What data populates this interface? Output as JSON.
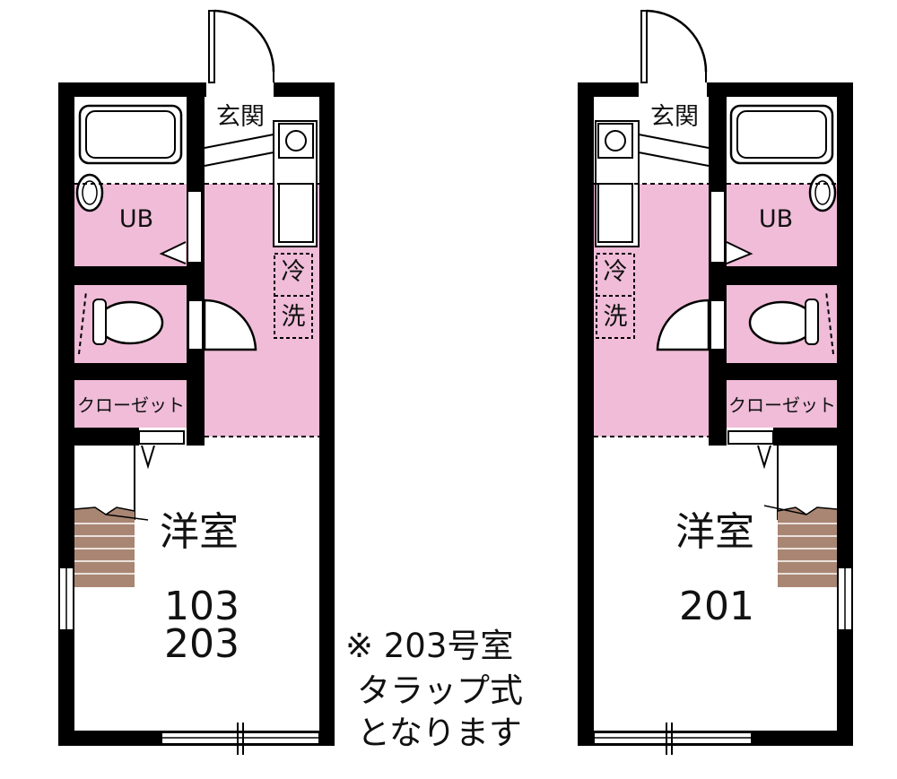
{
  "colors": {
    "wall": "#000000",
    "wet_area": "#f0bcd8",
    "stairs": "#a98673",
    "background": "#ffffff"
  },
  "units": [
    {
      "name": "unit-left",
      "entrance_label": "玄関",
      "bath_label": "UB",
      "fridge_label": "冷",
      "washer_label": "洗",
      "closet_label": "クローゼット",
      "room_label": "洋室",
      "room_numbers": [
        "103",
        "203"
      ]
    },
    {
      "name": "unit-right",
      "entrance_label": "玄関",
      "bath_label": "UB",
      "fridge_label": "冷",
      "washer_label": "洗",
      "closet_label": "クローゼット",
      "room_label": "洋室",
      "room_numbers": [
        "201"
      ]
    }
  ],
  "note": {
    "lines": [
      "※ 203号室",
      "タラップ式",
      "となります"
    ]
  }
}
